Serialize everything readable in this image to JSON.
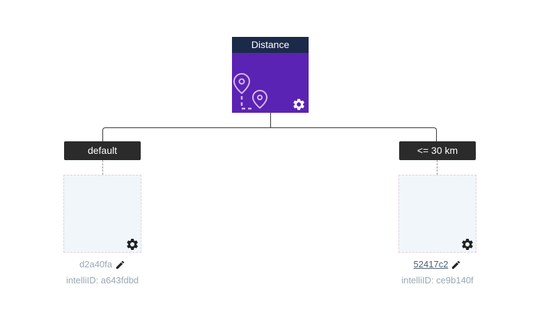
{
  "root": {
    "title": "Distance",
    "icon": "map-pin-distance-icon",
    "settings_icon": "gear-icon",
    "header_color": "#1c2a4a",
    "body_color": "#5b23b3"
  },
  "branches": [
    {
      "label": "default",
      "child_id": "d2a40fa",
      "child_id_linked": false,
      "intelli_id": "intelliID: a643fdbd"
    },
    {
      "label": "<= 30 km",
      "child_id": "52417c2",
      "child_id_linked": true,
      "intelli_id": "intelliID: ce9b140f"
    }
  ]
}
